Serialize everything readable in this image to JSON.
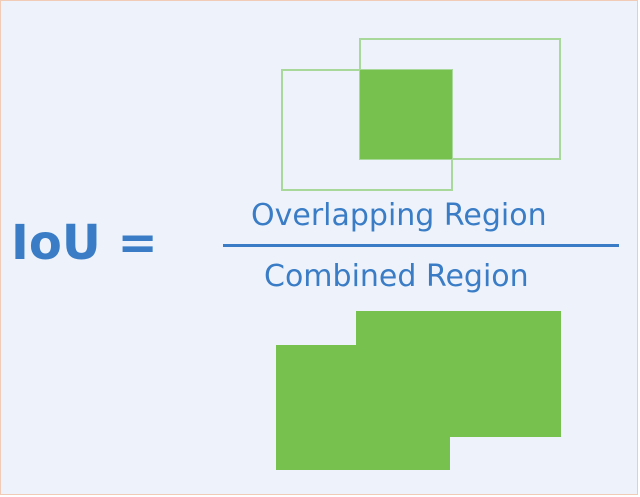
{
  "formula": {
    "lhs": "IoU =",
    "numerator": "Overlapping Region",
    "denominator": "Combined Region"
  },
  "colors": {
    "background": "#eef3fb",
    "text": "#3a7dc6",
    "fill": "#77c14e",
    "outline": "#a8d99a"
  }
}
